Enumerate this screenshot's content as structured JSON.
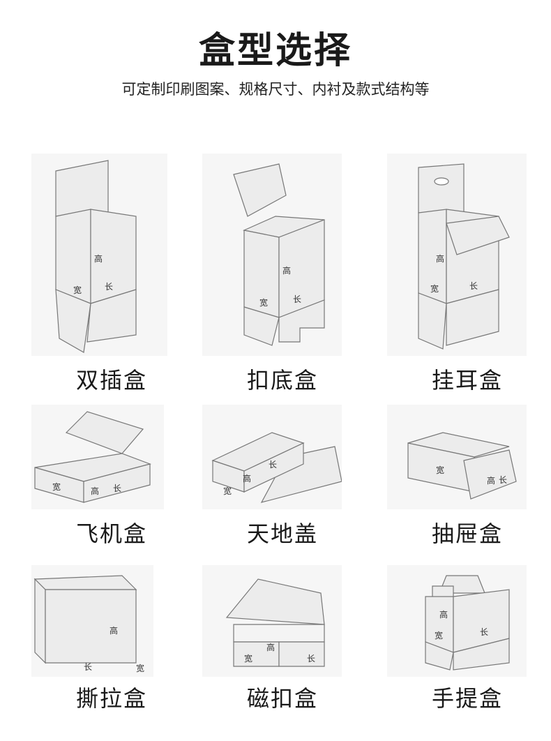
{
  "header": {
    "title": "盒型选择",
    "subtitle": "可定制印刷图案、规格尺寸、内衬及款式结构等"
  },
  "dim_labels": {
    "height": "高",
    "width": "宽",
    "length": "长"
  },
  "boxes": [
    {
      "name": "双插盒"
    },
    {
      "name": "扣底盒"
    },
    {
      "name": "挂耳盒"
    },
    {
      "name": "飞机盒"
    },
    {
      "name": "天地盖"
    },
    {
      "name": "抽屉盒"
    },
    {
      "name": "撕拉盒"
    },
    {
      "name": "磁扣盒"
    },
    {
      "name": "手提盒"
    }
  ]
}
